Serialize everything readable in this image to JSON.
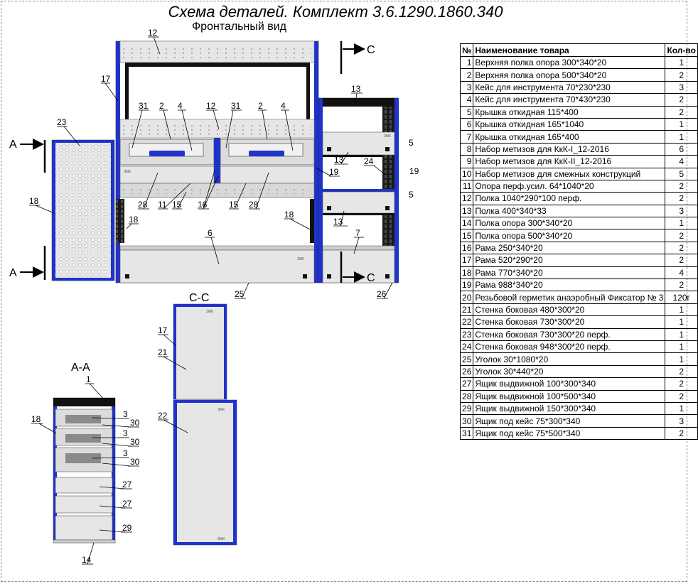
{
  "title": "Схема деталей. Комплект 3.6.1290.1860.340",
  "subtitle": "Фронтальный вид",
  "views": {
    "front": "Фронтальный вид",
    "cc": "С-С",
    "aa": "А-А",
    "section_a": "А",
    "section_c": "С"
  },
  "brand": "ЗМК",
  "table": {
    "headers": [
      "№",
      "Наименование товара",
      "Кол-во"
    ],
    "rows": [
      {
        "n": "1",
        "name": "Верхняя полка опора 300*340*20",
        "qty": "1"
      },
      {
        "n": "2",
        "name": "Верхняя полка опора 500*340*20",
        "qty": "2"
      },
      {
        "n": "3",
        "name": "Кейс для инструмента 70*230*230",
        "qty": "3"
      },
      {
        "n": "4",
        "name": "Кейс для инструмента 70*430*230",
        "qty": "2"
      },
      {
        "n": "5",
        "name": "Крышка откидная 115*400",
        "qty": "2"
      },
      {
        "n": "6",
        "name": "Крышка откидная 165*1040",
        "qty": "1"
      },
      {
        "n": "7",
        "name": "Крышка откидная 165*400",
        "qty": "1"
      },
      {
        "n": "8",
        "name": "Набор метизов для КкК-I_12-2016",
        "qty": "6"
      },
      {
        "n": "9",
        "name": "Набор метизов для КкК-II_12-2016",
        "qty": "4"
      },
      {
        "n": "10",
        "name": "Набор метизов для смежных конструкций",
        "qty": "5"
      },
      {
        "n": "11",
        "name": "Опора перф.усил. 64*1040*20",
        "qty": "2"
      },
      {
        "n": "12",
        "name": "Полка 1040*290*100 перф.",
        "qty": "2"
      },
      {
        "n": "13",
        "name": "Полка 400*340*33",
        "qty": "3"
      },
      {
        "n": "14",
        "name": "Полка опора 300*340*20",
        "qty": "1"
      },
      {
        "n": "15",
        "name": "Полка опора 500*340*20",
        "qty": "2"
      },
      {
        "n": "16",
        "name": "Рама 250*340*20",
        "qty": "2"
      },
      {
        "n": "17",
        "name": "Рама 520*290*20",
        "qty": "2"
      },
      {
        "n": "18",
        "name": "Рама 770*340*20",
        "qty": "4"
      },
      {
        "n": "19",
        "name": "Рама 988*340*20",
        "qty": "2"
      },
      {
        "n": "20",
        "name": "Резьбовой герметик анаэробный Фиксатор № 3",
        "qty": "120г"
      },
      {
        "n": "21",
        "name": "Стенка боковая 480*300*20",
        "qty": "1"
      },
      {
        "n": "22",
        "name": "Стенка боковая 730*300*20",
        "qty": "1"
      },
      {
        "n": "23",
        "name": "Стенка боковая 730*300*20 перф.",
        "qty": "1"
      },
      {
        "n": "24",
        "name": "Стенка боковая 948*300*20 перф.",
        "qty": "1"
      },
      {
        "n": "25",
        "name": "Уголок 30*1080*20",
        "qty": "1"
      },
      {
        "n": "26",
        "name": "Уголок 30*440*20",
        "qty": "2"
      },
      {
        "n": "27",
        "name": "Ящик выдвижной 100*300*340",
        "qty": "2"
      },
      {
        "n": "28",
        "name": "Ящик выдвижной 100*500*340",
        "qty": "2"
      },
      {
        "n": "29",
        "name": "Ящик выдвижной 150*300*340",
        "qty": "1"
      },
      {
        "n": "30",
        "name": "Ящик под кейс 75*300*340",
        "qty": "3"
      },
      {
        "n": "31",
        "name": "Ящик под кейс 75*500*340",
        "qty": "2"
      }
    ]
  },
  "callouts": {
    "c12a": "12",
    "c17a": "17",
    "c31a": "31",
    "c2a": "2",
    "c4a": "4",
    "c12b": "12",
    "c31b": "31",
    "c2b": "2",
    "c4b": "4",
    "c13a": "13",
    "c5a": "5",
    "c13b": "13",
    "c24": "24",
    "c19a": "19",
    "c5b": "5",
    "c13c": "13",
    "c7": "7",
    "c23": "23",
    "c18a": "18",
    "c18b": "18",
    "c28a": "28",
    "c11": "11",
    "c15a": "15",
    "c16": "16",
    "c15b": "15",
    "c28b": "28",
    "c19b": "19",
    "c18c": "18",
    "c6": "6",
    "c25": "25",
    "c26": "26",
    "c17b": "17",
    "c21": "21",
    "c22": "22",
    "c1": "1",
    "c18d": "18",
    "c3a": "3",
    "c30a": "30",
    "c3b": "3",
    "c30b": "30",
    "c3c": "3",
    "c30c": "30",
    "c27a": "27",
    "c27b": "27",
    "c29": "29",
    "c14": "14"
  },
  "colors": {
    "frame": "#1f33c8",
    "panel": "#e6e6e6",
    "dark": "#111111"
  }
}
